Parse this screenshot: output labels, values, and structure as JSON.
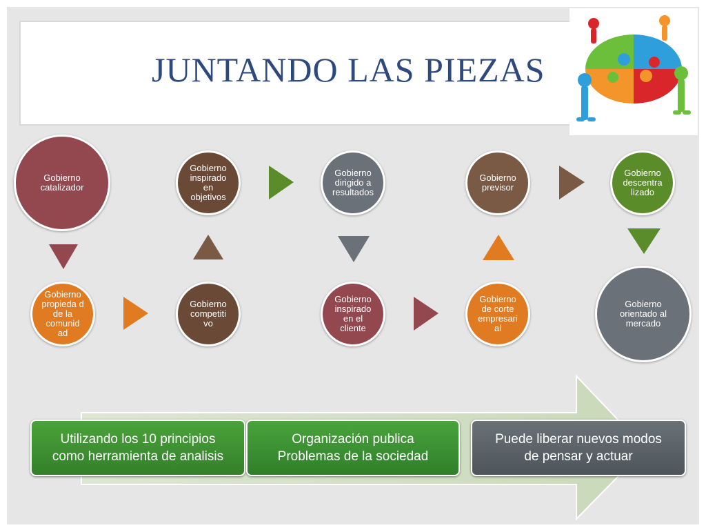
{
  "slide": {
    "title": "JUNTANDO LAS PIEZAS",
    "image_icon": "puzzle-team-icon"
  },
  "nodes": {
    "catalizador": "Gobierno catalizador",
    "objetivos": "Gobierno inspirado en objetivos",
    "resultados": "Gobierno dirigido a resultados",
    "previsor": "Gobierno previsor",
    "descentralizado": "Gobierno descentra lizado",
    "comunidad": "Gobierno propieda d de la comunid ad",
    "competitivo": "Gobierno competiti vo",
    "cliente": "Gobierno inspirado en el cliente",
    "empresarial": "Gobierno de corte empresari al",
    "mercado": "Gobierno orientado al mercado"
  },
  "boxes": {
    "principios": {
      "line1": "Utilizando los 10 principios",
      "line2": "como herramienta de analisis"
    },
    "organizacion": {
      "line1": "Organización publica",
      "line2": "Problemas de la sociedad"
    },
    "liberar": {
      "line1": "Puede liberar nuevos modos",
      "line2": "de pensar y actuar"
    }
  },
  "colors": {
    "title": "#2e4a7d",
    "maroon": "#93474f",
    "brown": "#7a5a44",
    "slate": "#6a7178",
    "orange": "#e07b22",
    "green": "#5a8c2a",
    "box_green": "#3f8d2c",
    "box_gray": "#5b636a"
  }
}
